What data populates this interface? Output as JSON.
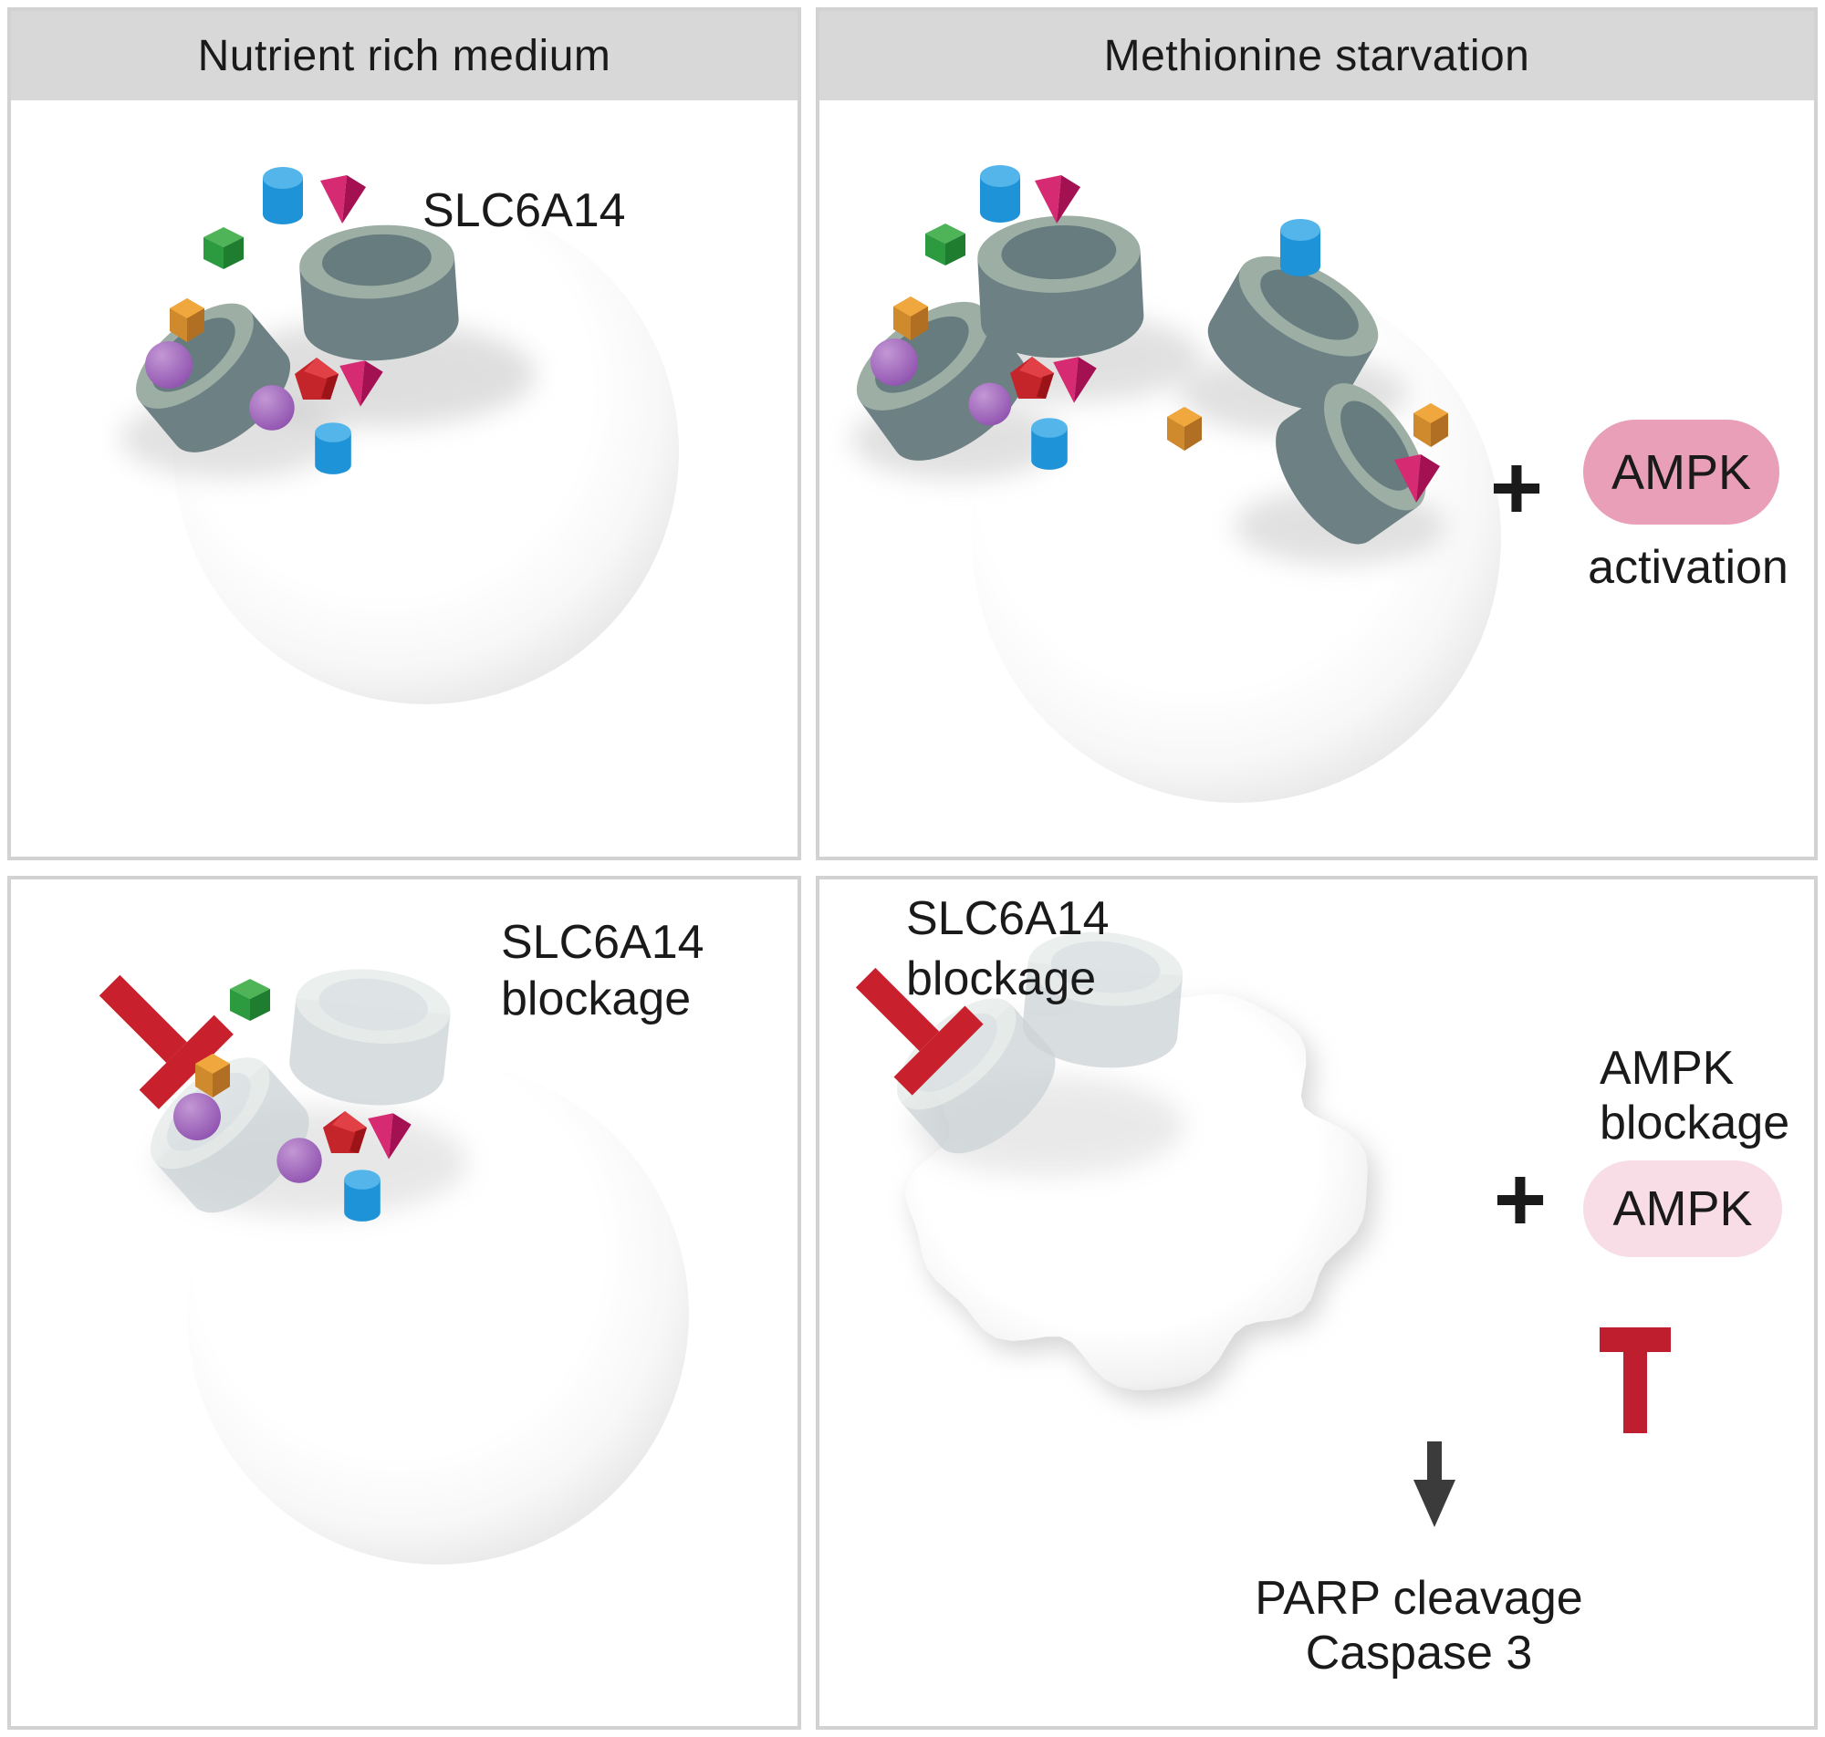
{
  "panel_top_left": {
    "title": "Nutrient rich medium",
    "transporter_label": "SLC6A14"
  },
  "panel_top_right": {
    "title": "Methionine starvation",
    "plus": "+",
    "ampk": "AMPK",
    "ampk_caption": "activation"
  },
  "panel_bottom_left": {
    "blockage_label_line1": "SLC6A14",
    "blockage_label_line2": "blockage"
  },
  "panel_bottom_right": {
    "blockage_label_line1": "SLC6A14",
    "blockage_label_line2": "blockage",
    "ampk_blockage_line1": "AMPK",
    "ampk_blockage_line2": "blockage",
    "plus": "+",
    "ampk": "AMPK",
    "outcome_line1": "PARP cleavage",
    "outcome_line2": "Caspase 3"
  },
  "colors": {
    "header_bg": "#d8d8d8",
    "panel_border": "#d2d2d2",
    "transporter_body": "#6d8184",
    "transporter_rim": "#9daea5",
    "transporter_inner": "#667c7e",
    "ghost_transporter": "#cbd4d6",
    "inhibitor_red": "#c9202d",
    "ampk_pill_active": "#e99fb7",
    "ampk_pill_blocked": "#f8dce6",
    "arrow_dark": "#3b3b3b",
    "amino_blue": "#1f93d7",
    "amino_green": "#2c9b3f",
    "amino_magenta": "#c01e62",
    "amino_orange": "#d08a2e",
    "amino_purple": "#8d4fae",
    "amino_red": "#c4252b",
    "cell_rim_gray": "#c3c3c3"
  },
  "icons": {
    "transporter": "slc6a14-transporter-cylinder-icon",
    "blocked_transporter": "ghost-transporter-cylinder-icon",
    "inhibitor": "red-inhibition-t-bar-icon",
    "down_arrow": "down-arrow-icon",
    "nutrients": [
      "blue-cylinder-nutrient-icon",
      "green-cube-nutrient-icon",
      "magenta-cone-nutrient-icon",
      "orange-hexagon-nutrient-icon",
      "purple-sphere-nutrient-icon",
      "red-pentagon-nutrient-icon"
    ]
  }
}
